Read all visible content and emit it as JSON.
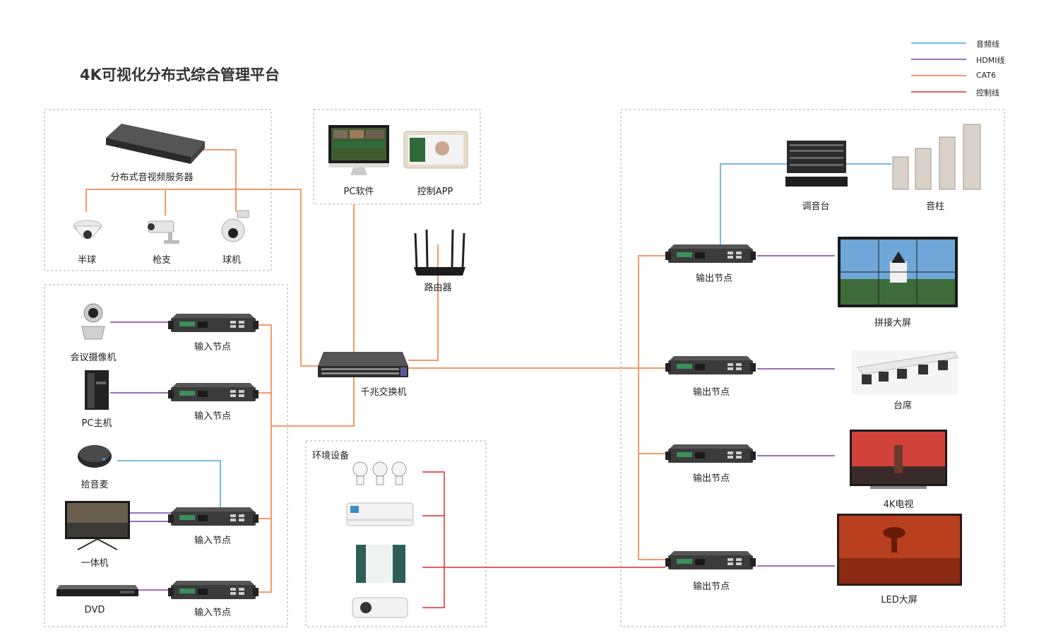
{
  "title": "4K可视化分布式综合管理平台",
  "legend": [
    {
      "label": "音频线",
      "color": "#4aa3d8"
    },
    {
      "label": "HDMI线",
      "color": "#7b3fa0"
    },
    {
      "label": "CAT6",
      "color": "#f07a3a"
    },
    {
      "label": "控制线",
      "color": "#e02a2a"
    }
  ],
  "groups": {
    "env": "环境设备"
  },
  "devices": {
    "server": "分布式音视频服务器",
    "dome": "半球",
    "bullet": "枪支",
    "ptz": "球机",
    "pc_software": "PC软件",
    "control_app": "控制APP",
    "router": "路由器",
    "switch": "千兆交换机",
    "camera": "会议摄像机",
    "pc_host": "PC主机",
    "mic": "拾音麦",
    "aio": "一体机",
    "dvd": "DVD",
    "input_node": "输入节点",
    "output_node": "输出节点",
    "mixer": "调音台",
    "speaker": "音柱",
    "splice_screen": "拼接大屏",
    "desk": "台席",
    "tv4k": "4K电视",
    "led": "LED大屏"
  }
}
